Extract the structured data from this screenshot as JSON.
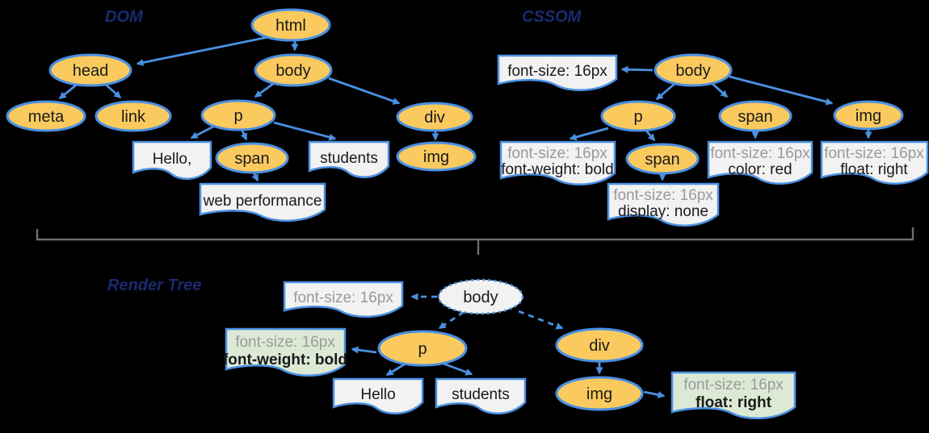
{
  "titles": {
    "dom": "DOM",
    "cssom": "CSSOM",
    "render_tree": "Render Tree"
  },
  "colors": {
    "node_fill": "#fbca5f",
    "stroke_blue": "#4a90e2",
    "box_fill": "#f2f2f2",
    "box_green_fill": "#dce9d5",
    "inherited_text": "#9a9a9a",
    "text": "#1a1a1a",
    "bracket": "#6e6e6e",
    "title_text": "#1b2a70",
    "background": "#000000"
  },
  "dom_tree": {
    "nodes": {
      "html": "html",
      "head": "head",
      "body": "body",
      "meta": "meta",
      "link": "link",
      "p": "p",
      "span": "span",
      "div": "div",
      "img": "img"
    },
    "text_nodes": {
      "hello": "Hello,",
      "students": "students",
      "web_performance": "web performance"
    }
  },
  "cssom_tree": {
    "nodes": {
      "body": "body",
      "p": "p",
      "span_under_body": "span",
      "span_under_p": "span",
      "img": "img"
    },
    "rules": {
      "body": {
        "line1": "font-size: 16px"
      },
      "p": {
        "line1": "font-size: 16px",
        "line2": "font-weight: bold"
      },
      "span_under_p": {
        "line1": "font-size: 16px",
        "line2": "display: none"
      },
      "span_under_body": {
        "line1": "font-size: 16px",
        "line2": "color: red"
      },
      "img": {
        "line1": "font-size: 16px",
        "line2": "float: right"
      }
    }
  },
  "render_tree": {
    "nodes": {
      "body": "body",
      "p": "p",
      "div": "div",
      "img": "img"
    },
    "text_nodes": {
      "hello": "Hello",
      "students": "students"
    },
    "rules": {
      "body": {
        "line1": "font-size: 16px"
      },
      "p": {
        "line1": "font-size: 16px",
        "line2": "font-weight: bold"
      },
      "img": {
        "line1": "font-size: 16px",
        "line2": "float: right"
      }
    }
  }
}
